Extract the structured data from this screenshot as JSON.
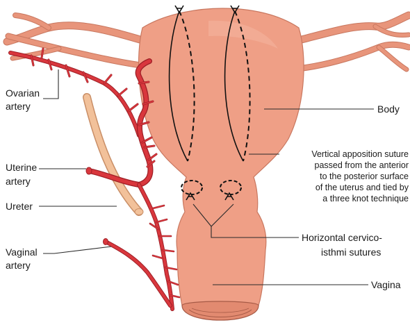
{
  "labels": {
    "ovarian_artery": [
      "Ovarian",
      "artery"
    ],
    "uterine_artery": [
      "Uterine",
      "artery"
    ],
    "ureter": "Ureter",
    "vaginal_artery": [
      "Vaginal",
      "artery"
    ],
    "body": "Body",
    "vertical_suture": [
      "Vertical apposition suture",
      "passed from the anterior",
      "to the posterior surface",
      "of the uterus and tied by",
      "a three knot technique"
    ],
    "horizontal_sutures": [
      "Horizontal cervico-",
      "isthmi sutures"
    ],
    "vagina": "Vagina"
  },
  "colors": {
    "uterus": "#ef9f86",
    "artery": "#d9373d",
    "ureter": "#f2c19a",
    "suture": "#111111"
  }
}
